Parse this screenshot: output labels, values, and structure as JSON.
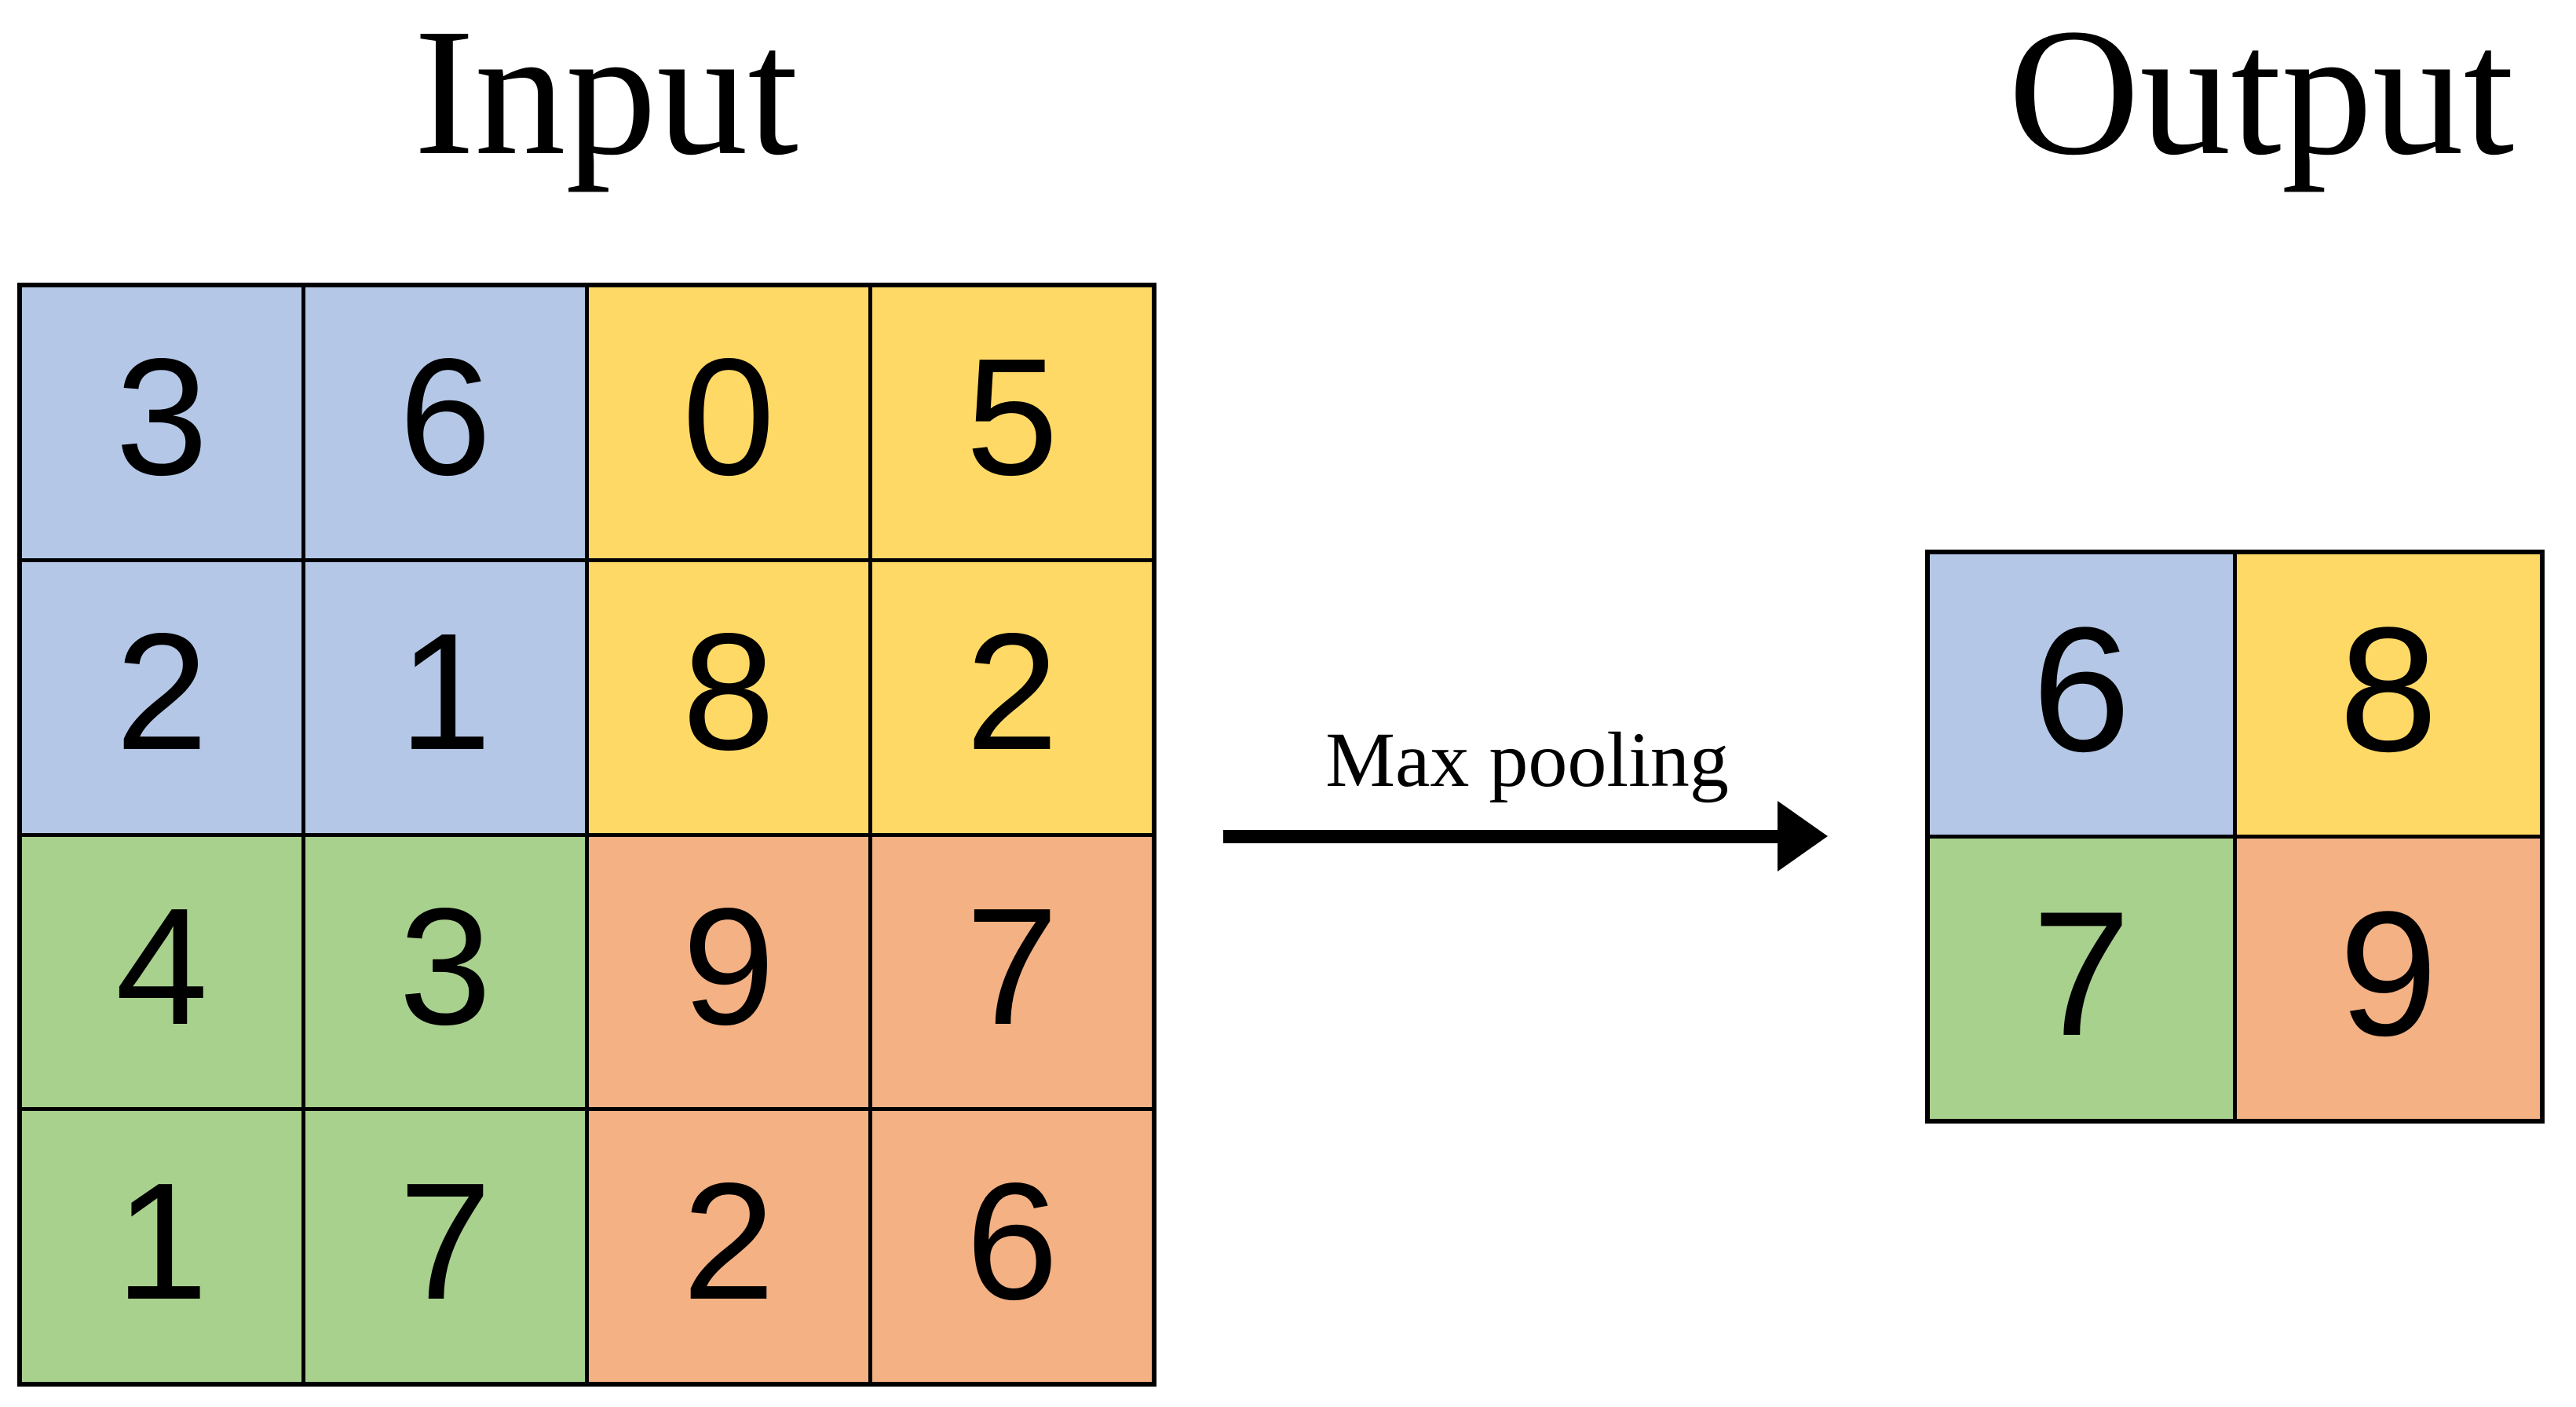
{
  "input": {
    "title": "Input",
    "grid_size": "4x4",
    "cells": [
      {
        "value": "3",
        "color": "#B4C7E7"
      },
      {
        "value": "6",
        "color": "#B4C7E7"
      },
      {
        "value": "0",
        "color": "#FFD966"
      },
      {
        "value": "5",
        "color": "#FFD966"
      },
      {
        "value": "2",
        "color": "#B4C7E7"
      },
      {
        "value": "1",
        "color": "#B4C7E7"
      },
      {
        "value": "8",
        "color": "#FFD966"
      },
      {
        "value": "2",
        "color": "#FFD966"
      },
      {
        "value": "4",
        "color": "#A9D18E"
      },
      {
        "value": "3",
        "color": "#A9D18E"
      },
      {
        "value": "9",
        "color": "#F4B183"
      },
      {
        "value": "7",
        "color": "#F4B183"
      },
      {
        "value": "1",
        "color": "#A9D18E"
      },
      {
        "value": "7",
        "color": "#A9D18E"
      },
      {
        "value": "2",
        "color": "#F4B183"
      },
      {
        "value": "6",
        "color": "#F4B183"
      }
    ]
  },
  "operation": {
    "label": "Max pooling",
    "arrow_direction": "right"
  },
  "output": {
    "title": "Output",
    "grid_size": "2x2",
    "cells": [
      {
        "value": "6",
        "color": "#B4C7E7"
      },
      {
        "value": "8",
        "color": "#FFD966"
      },
      {
        "value": "7",
        "color": "#A9D18E"
      },
      {
        "value": "9",
        "color": "#F4B183"
      }
    ]
  },
  "palette": {
    "pool_window_blue": "#B4C7E7",
    "pool_window_yellow": "#FFD966",
    "pool_window_green": "#A9D18E",
    "pool_window_orange": "#F4B183",
    "line_color": "#000000",
    "background": "#FFFFFF"
  }
}
